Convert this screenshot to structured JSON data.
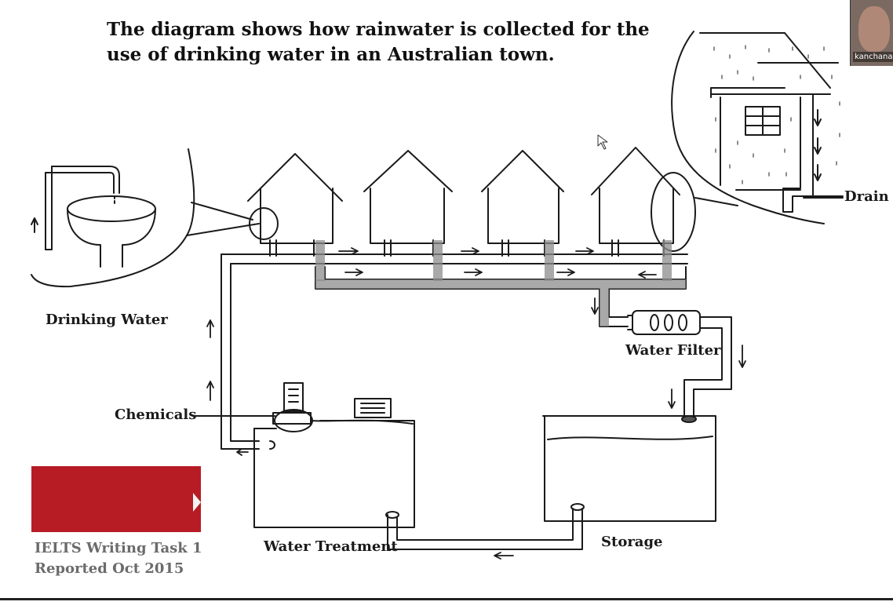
{
  "title": "The diagram shows how rainwater is collected for the use of drinking water in an Australian town.",
  "labels": {
    "drinking_water": "Drinking Water",
    "water_filter": "Water Filter",
    "chemicals": "Chemicals",
    "water_treatment": "Water Treatment",
    "storage": "Storage",
    "drain": "Drain"
  },
  "caption": {
    "line1": "IELTS Writing Task 1",
    "line2": "Reported Oct 2015"
  },
  "webcam": {
    "participant_name": "kanchana"
  },
  "colors": {
    "brand_red": "#b71c25",
    "ink": "#1a1a1a",
    "caption_gray": "#6b6b6b"
  }
}
